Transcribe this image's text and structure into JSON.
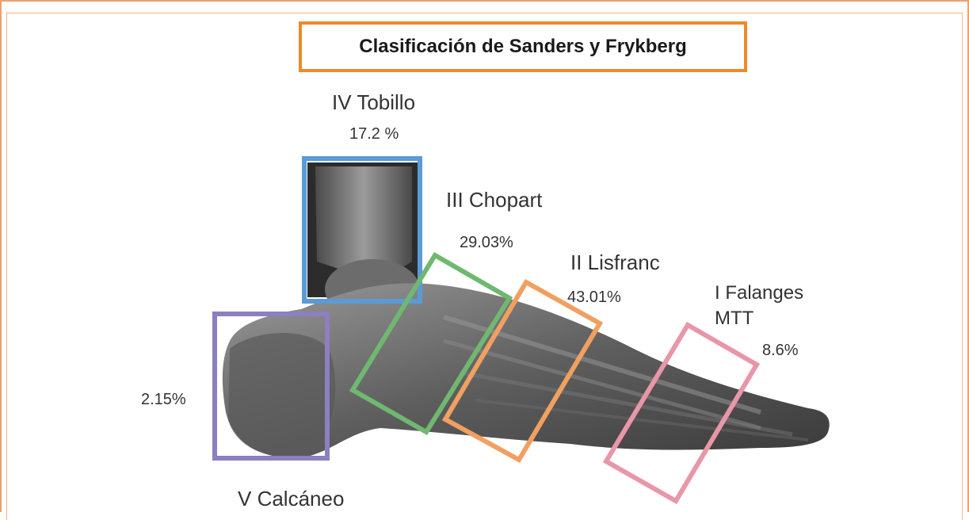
{
  "title": "Clasificación de Sanders y Frykberg",
  "regions": [
    {
      "id": "IV",
      "name": "IV Tobillo",
      "percent": "17.2 %",
      "color": "#5b9bd5"
    },
    {
      "id": "III",
      "name": "III Chopart",
      "percent": "29.03%",
      "color": "#70b870"
    },
    {
      "id": "II",
      "name": "II Lisfranc",
      "percent": "43.01%",
      "color": "#f0a060"
    },
    {
      "id": "I",
      "name": "I Falanges",
      "name_line2": "MTT",
      "percent": "8.6%",
      "color": "#e896a8"
    },
    {
      "id": "V",
      "name": "V Calcáneo",
      "percent": "2.15%",
      "color": "#8d7fc0"
    }
  ],
  "colors": {
    "frame": "#f0a070",
    "title_border": "#ee8a2a",
    "bone": "#8a8a8a",
    "bone_dark": "#2b2b2b"
  }
}
